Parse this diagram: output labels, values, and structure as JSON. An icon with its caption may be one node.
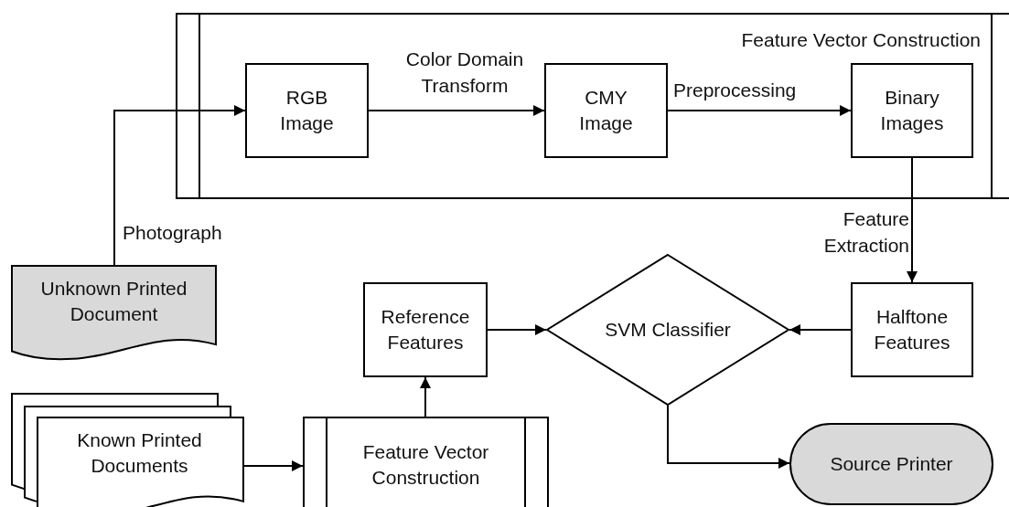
{
  "diagram": {
    "nodes": [
      {
        "text": [
          "Feature Vector Construction"
        ]
      },
      {
        "text": [
          "RGB Image"
        ],
        "in": 0
      },
      {
        "text": [
          "CMY Image"
        ],
        "in": 0
      },
      {
        "text": [
          "Binary Images"
        ],
        "in": 0
      },
      {
        "text": [
          "Unknown Printed Document"
        ]
      },
      {
        "text": [
          "Reference Features"
        ]
      },
      {
        "text": [
          "SVM Classifier"
        ]
      },
      {
        "text": [
          "Halftone Features"
        ]
      },
      {
        "text": [
          "Known Printed Documents"
        ]
      },
      {
        "text": [
          "Feature Vector Construction"
        ]
      },
      {
        "text": [
          "Source Printer"
        ]
      }
    ],
    "edges": [
      {
        "from": 4,
        "to": 1,
        "arrow": "to",
        "label": "Photograph"
      },
      {
        "from": 1,
        "to": 2,
        "arrow": "to",
        "label": "Color Domain Transform"
      },
      {
        "from": 2,
        "to": 3,
        "arrow": "to",
        "label": "Preprocessing"
      },
      {
        "from": 3,
        "to": 7,
        "arrow": "to",
        "label": "Feature Extraction"
      },
      {
        "from": 8,
        "to": 9,
        "arrow": "to"
      },
      {
        "from": 9,
        "to": 5,
        "arrow": "to"
      },
      {
        "from": 5,
        "to": 6,
        "arrow": "to"
      },
      {
        "from": 7,
        "to": 6,
        "arrow": "to"
      },
      {
        "from": 6,
        "to": 10,
        "arrow": "to"
      }
    ]
  }
}
